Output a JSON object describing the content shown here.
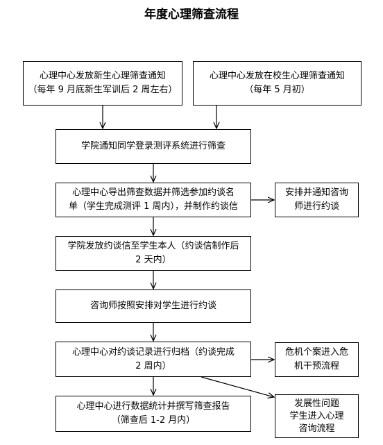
{
  "title": "年度心理筛查流程",
  "boxes": {
    "freshman_notice": {
      "line1": "心理中心发放新生心理筛查通知",
      "line2": "（每年 9 月底新生军训后 2 周左右）"
    },
    "student_notice": {
      "line1": "心理中心发放在校生心理筛查通知",
      "line2": "（每年 5 月初）"
    },
    "college_notify": {
      "line1": "学院通知同学登录测评系统进行筛查"
    },
    "export_data": {
      "line1": "心理中心导出筛查数据并筛选参加约谈名",
      "line2": "单（学生完成测评 1 周内），并制作约谈信"
    },
    "arrange_counselor": {
      "line1": "安排并通知咨询",
      "line2": "师进行约谈"
    },
    "send_letter": {
      "line1": "学院发放约谈信至学生本人（约谈信制作后",
      "line2": "2 天内）"
    },
    "counselor_interview": {
      "line1": "咨询师按照安排对学生进行约谈"
    },
    "archive": {
      "line1": "心理中心对约谈记录进行归档（约谈完成",
      "line2": "2 周内）"
    },
    "crisis": {
      "line1": "危机个案进入危",
      "line2": "机干预流程"
    },
    "report": {
      "line1": "心理中心进行数据统计并撰写筛查报告",
      "line2": "（筛查后 1-2 月内）"
    },
    "developmental": {
      "line1": "发展性问题",
      "line2": "学生进入心理",
      "line3": "咨询流程"
    }
  },
  "colors": {
    "line": "#000000",
    "background": "#ffffff"
  }
}
